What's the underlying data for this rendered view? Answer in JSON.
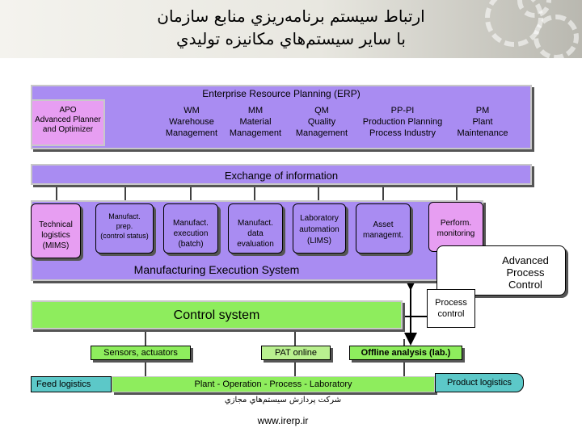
{
  "header": {
    "title_line1": "ارتباط سيستم برنامه‌ريزي منابع سازمان",
    "title_line2": "با ساير سيستم‌هاي مكانيزه توليدي"
  },
  "erp": {
    "title": "Enterprise Resource Planning (ERP)",
    "apo": {
      "line1": "APO",
      "line2": "Advanced Planner",
      "line3": "and Optimizer"
    },
    "modules": [
      {
        "code": "WM",
        "line1": "Warehouse",
        "line2": "Management"
      },
      {
        "code": "MM",
        "line1": "Material",
        "line2": "Management"
      },
      {
        "code": "QM",
        "line1": "Quality",
        "line2": "Management"
      },
      {
        "code": "PP-PI",
        "line1": "Production Planning",
        "line2": "Process Industry"
      },
      {
        "code": "PM",
        "line1": "Plant",
        "line2": "Maintenance"
      }
    ]
  },
  "exchange": "Exchange of information",
  "mes": {
    "technical": {
      "line1": "Technical",
      "line2": "logistics",
      "line3": "(MIMS)"
    },
    "prep": {
      "line1": "Manufact.",
      "line2": "prep.",
      "line3": "(control status)"
    },
    "execution": {
      "line1": "Manufact.",
      "line2": "execution",
      "line3": "(batch)"
    },
    "evaluation": {
      "line1": "Manufact.",
      "line2": "data",
      "line3": "evaluation"
    },
    "lims": {
      "line1": "Laboratory",
      "line2": "automation",
      "line3": "(LIMS)"
    },
    "asset": {
      "line1": "Asset",
      "line2": "managemt."
    },
    "perform": {
      "line1": "Perform.",
      "line2": "monitoring"
    },
    "title": "Manufacturing Execution System"
  },
  "apc": {
    "line1": "Advanced",
    "line2": "Process",
    "line3": "Control"
  },
  "process_control": {
    "line1": "Process",
    "line2": "control"
  },
  "control_system": "Control system",
  "sensors": "Sensors, actuators",
  "pat": "PAT online",
  "offline": "Offline analysis (lab.)",
  "feed": "Feed logistics",
  "plant_ops": "Plant  -  Operation  -   Process  -  Laboratory",
  "product": "Product logistics",
  "footer": {
    "company": "شركت پردازش سيستم‌هاي مجازي",
    "url": "www.irerp.ir"
  },
  "colors": {
    "violet": "#a98cf2",
    "green": "#8eed5d",
    "pink": "#e79ef2",
    "teal": "#5cc8c8"
  }
}
